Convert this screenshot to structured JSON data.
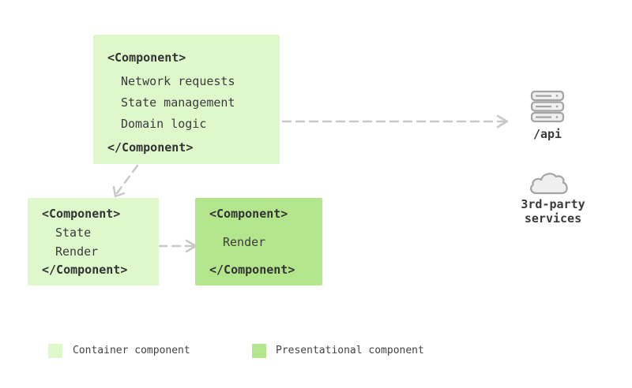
{
  "colors": {
    "container": "#def8cc",
    "presentational": "#b3e68c",
    "arrow": "#c8c8c8",
    "icon": "#a0a0a0"
  },
  "top_component": {
    "open_tag": "<Component>",
    "items": [
      "Network requests",
      "State management",
      "Domain logic"
    ],
    "close_tag": "</Component>"
  },
  "left_component": {
    "open_tag": "<Component>",
    "items": [
      "State",
      "Render"
    ],
    "close_tag": "</Component>"
  },
  "right_component": {
    "open_tag": "<Component>",
    "items": [
      "Render"
    ],
    "close_tag": "</Component>"
  },
  "api": {
    "label": "/api",
    "icon": "server-icon"
  },
  "third_party": {
    "label_line1": "3rd-party",
    "label_line2": "services",
    "icon": "cloud-icon"
  },
  "legend": {
    "container_label": "Container component",
    "presentational_label": "Presentational component"
  }
}
